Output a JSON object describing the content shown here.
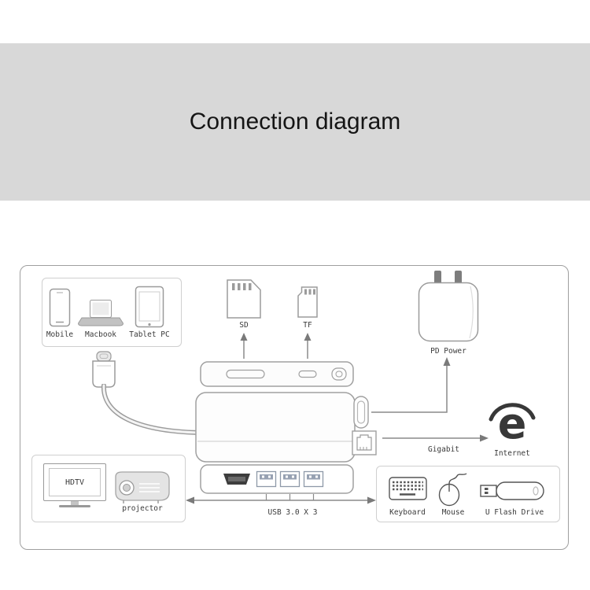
{
  "colors": {
    "banner": "#d8d8d8",
    "line": "#9b9b9b",
    "arrow": "#7a7a7a",
    "text": "#3a3a3a",
    "usb_port_accent": "#97a1b2"
  },
  "header": {
    "title": "Connection diagram"
  },
  "diagram": {
    "source_devices": {
      "mobile": "Mobile",
      "macbook": "Macbook",
      "tablet": "Tablet PC"
    },
    "card_slots": {
      "sd": "SD",
      "tf": "TF"
    },
    "power": {
      "label": "PD Power"
    },
    "network": {
      "speed": "Gigabit",
      "destination": "Internet"
    },
    "display_devices": {
      "hdtv": "HDTV",
      "projector": "projector"
    },
    "usb_ports": {
      "label": "USB 3.0 X 3"
    },
    "peripherals": {
      "keyboard": "Keyboard",
      "mouse": "Mouse",
      "flash_drive": "U Flash Drive"
    }
  }
}
